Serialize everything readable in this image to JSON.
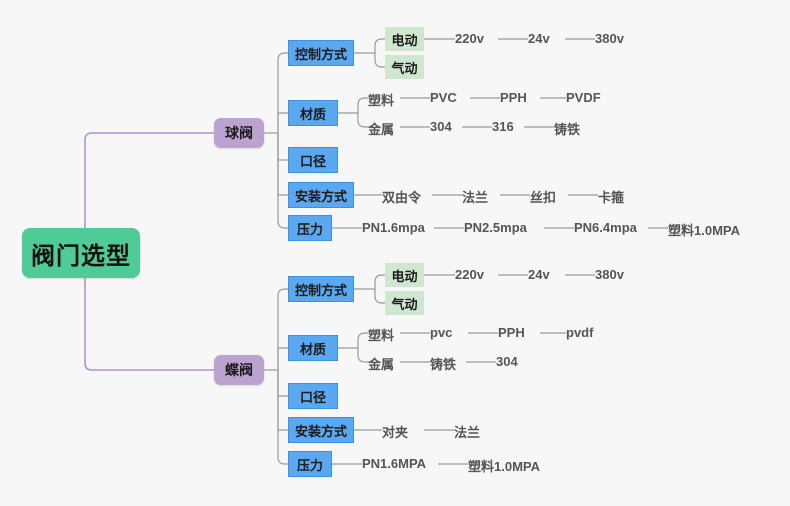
{
  "canvas": {
    "background": "#f7f7f7",
    "root_color": "#4ecb96",
    "level1_color": "#bba3d0",
    "level2_color": "#5aa8f0",
    "level3_color": "#cfe6cf",
    "link_color_root": "#b094c9",
    "link_color_branch": "#9a9a9a",
    "text_color": "#555555"
  },
  "root": {
    "label": "阀门选型"
  },
  "branches": [
    {
      "label": "球阀",
      "categories": [
        {
          "label": "控制方式",
          "groups": [
            {
              "label": "电动",
              "items": [
                "220v",
                "24v",
                "380v"
              ]
            },
            {
              "label": "气动",
              "items": []
            }
          ]
        },
        {
          "label": "材质",
          "groups": [
            {
              "label": "塑料",
              "items": [
                "PVC",
                "PPH",
                "PVDF"
              ]
            },
            {
              "label": "金属",
              "items": [
                "304",
                "316",
                "铸铁"
              ]
            }
          ]
        },
        {
          "label": "口径",
          "groups": []
        },
        {
          "label": "安装方式",
          "items": [
            "双由令",
            "法兰",
            "丝扣",
            "卡箍"
          ]
        },
        {
          "label": "压力",
          "items": [
            "PN1.6mpa",
            "PN2.5mpa",
            "PN6.4mpa",
            "塑料1.0MPA"
          ]
        }
      ]
    },
    {
      "label": "蝶阀",
      "categories": [
        {
          "label": "控制方式",
          "groups": [
            {
              "label": "电动",
              "items": [
                "220v",
                "24v",
                "380v"
              ]
            },
            {
              "label": "气动",
              "items": []
            }
          ]
        },
        {
          "label": "材质",
          "groups": [
            {
              "label": "塑料",
              "items": [
                "pvc",
                "PPH",
                "pvdf"
              ]
            },
            {
              "label": "金属",
              "items": [
                "铸铁",
                "304"
              ]
            }
          ]
        },
        {
          "label": "口径",
          "groups": []
        },
        {
          "label": "安装方式",
          "items": [
            "对夹",
            "法兰"
          ]
        },
        {
          "label": "压力",
          "items": [
            "PN1.6MPA",
            "塑料1.0MPA"
          ]
        }
      ]
    }
  ]
}
